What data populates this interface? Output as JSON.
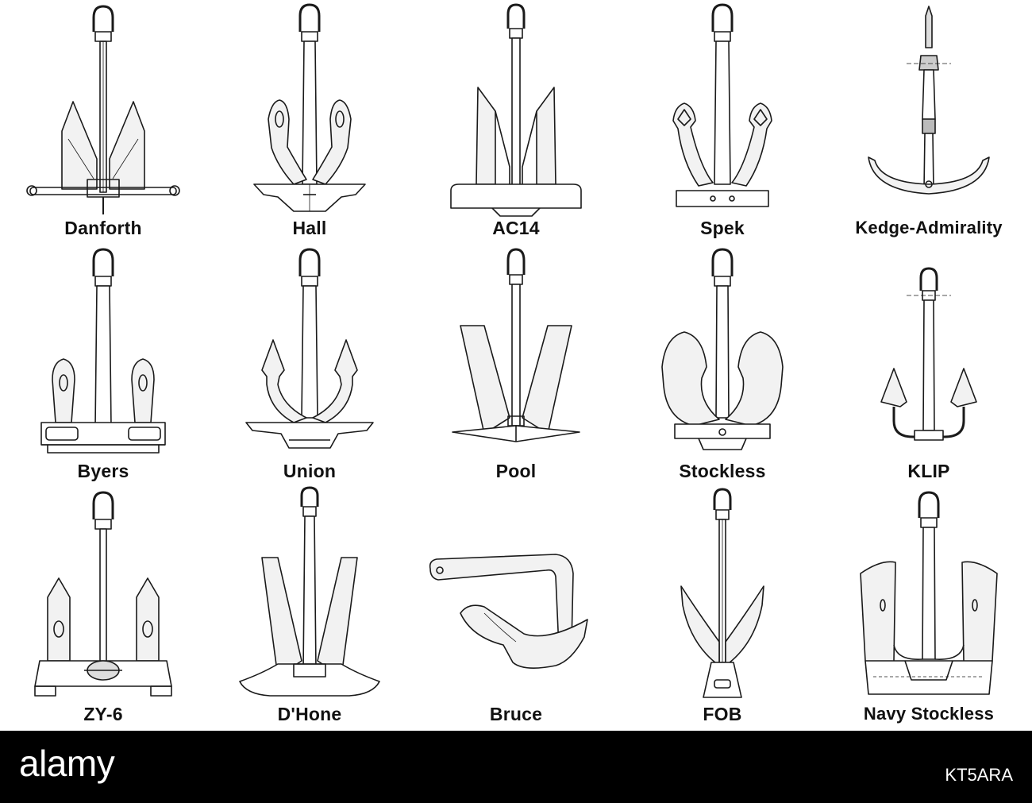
{
  "colors": {
    "ink": "#1a1a1a",
    "background": "#ffffff",
    "banner": "#000000",
    "banner_text": "#ffffff"
  },
  "anchors": [
    {
      "label": "Danforth",
      "icon": "danforth-anchor-icon"
    },
    {
      "label": "Hall",
      "icon": "hall-anchor-icon"
    },
    {
      "label": "AC14",
      "icon": "ac14-anchor-icon"
    },
    {
      "label": "Spek",
      "icon": "spek-anchor-icon"
    },
    {
      "label": "Kedge-Admirality",
      "icon": "kedge-admiralty-anchor-icon"
    },
    {
      "label": "Byers",
      "icon": "byers-anchor-icon"
    },
    {
      "label": "Union",
      "icon": "union-anchor-icon"
    },
    {
      "label": "Pool",
      "icon": "pool-anchor-icon"
    },
    {
      "label": "Stockless",
      "icon": "stockless-anchor-icon"
    },
    {
      "label": "KLIP",
      "icon": "klip-anchor-icon"
    },
    {
      "label": "ZY-6",
      "icon": "zy6-anchor-icon"
    },
    {
      "label": "D'Hone",
      "icon": "dhone-anchor-icon"
    },
    {
      "label": "Bruce",
      "icon": "bruce-anchor-icon"
    },
    {
      "label": "FOB",
      "icon": "fob-anchor-icon"
    },
    {
      "label": "Navy Stockless",
      "icon": "navy-stockless-anchor-icon"
    }
  ],
  "footer": {
    "brand": "alamy",
    "code": "KT5ARA"
  }
}
